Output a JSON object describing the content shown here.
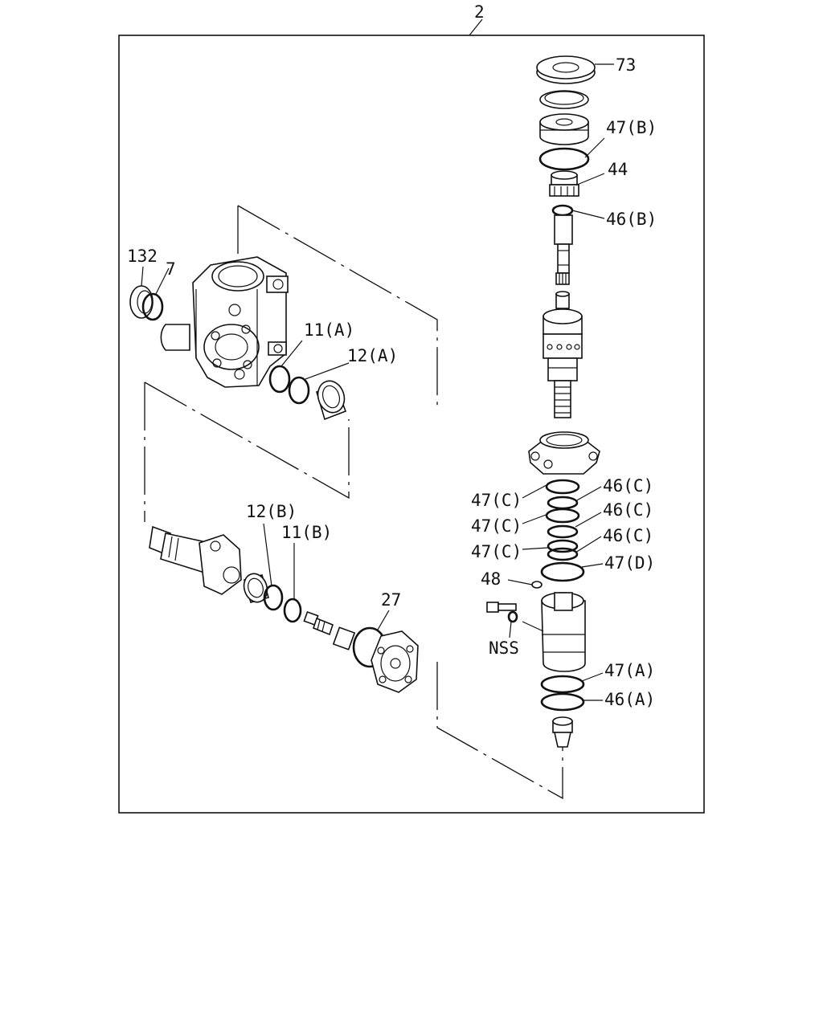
{
  "diagram": {
    "assembly_label": "2",
    "callouts": {
      "c73": "73",
      "c47b": "47(B)",
      "c44": "44",
      "c46b": "46(B)",
      "c132": "132",
      "c7": "7",
      "c11a": "11(A)",
      "c12a": "12(A)",
      "c12b": "12(B)",
      "c11b": "11(B)",
      "c27": "27",
      "c46c1": "46(C)",
      "c47c1": "47(C)",
      "c46c2": "46(C)",
      "c47c2": "47(C)",
      "c46c3": "46(C)",
      "c47c3": "47(C)",
      "c47d": "47(D)",
      "c48": "48",
      "cnss": "NSS",
      "c47a": "47(A)",
      "c46a": "46(A)"
    }
  }
}
